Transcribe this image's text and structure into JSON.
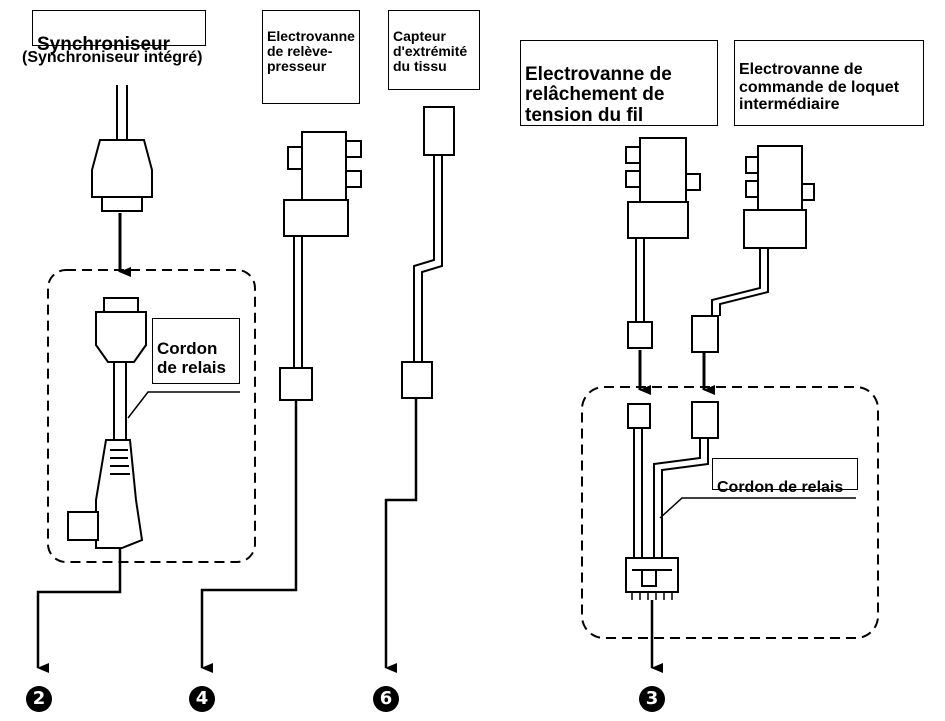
{
  "labels": {
    "synchroniseur": "Synchroniseur",
    "synchroniseur_integre": "(Synchroniseur intégré)",
    "electrovanne_releve": "Electrovanne\nde relève-\npresseur",
    "capteur": "Capteur\nd'extrémité\ndu tissu",
    "electrovanne_relachement": "Electrovanne de\nrelâchement de\ntension du fil",
    "electrovanne_loquet": "Electrovanne de\ncommande de loquet\nintermédiaire",
    "cordon_relais_left": "Cordon\nde relais",
    "cordon_relais_right": "Cordon de relais"
  },
  "connectors": {
    "n2": "2",
    "n4": "4",
    "n6": "6",
    "n3": "3"
  }
}
